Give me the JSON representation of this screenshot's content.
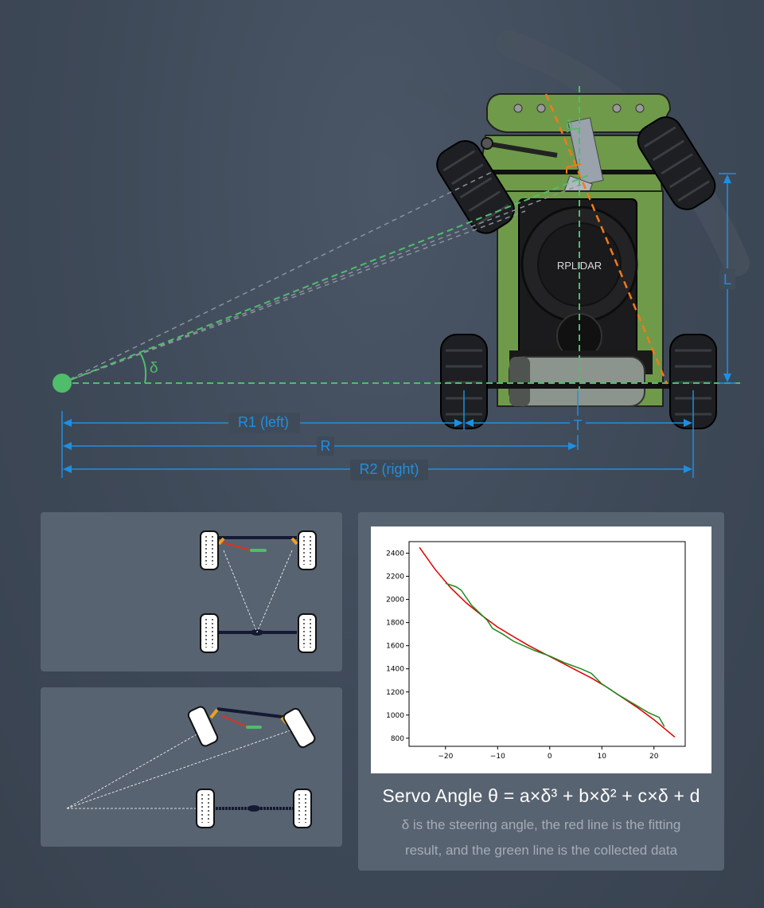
{
  "top_diagram": {
    "delta_label": "δ",
    "delta_top_label": "δ",
    "lidar_text": "RPLIDAR",
    "L_label": "L",
    "T_label": "T",
    "R1_label": "R1 (left)",
    "R_label": "R",
    "R2_label": "R2 (right)",
    "colors": {
      "green": "#4fbd6a",
      "blue": "#1e8fe0",
      "orange": "#f07a1a",
      "chassis": "#6f9a4a"
    }
  },
  "chart_data": {
    "type": "line",
    "title": "",
    "xlabel": "",
    "ylabel": "",
    "xlim": [
      -27,
      26
    ],
    "ylim": [
      730,
      2500
    ],
    "x_ticks": [
      -20,
      -10,
      0,
      10,
      20
    ],
    "y_ticks": [
      800,
      1000,
      1200,
      1400,
      1600,
      1800,
      2000,
      2200,
      2400
    ],
    "series": [
      {
        "color": "#e00000",
        "x": [
          -25,
          -22,
          -19,
          -16,
          -13,
          -10,
          -7,
          -4,
          -1,
          2,
          5,
          8,
          11,
          14,
          17,
          20,
          24
        ],
        "y": [
          2450,
          2260,
          2100,
          1970,
          1860,
          1760,
          1680,
          1600,
          1530,
          1460,
          1390,
          1320,
          1240,
          1150,
          1060,
          960,
          810
        ]
      },
      {
        "color": "#1e8a1e",
        "x": [
          -20,
          -18,
          -17,
          -15,
          -12,
          -11,
          -9,
          -7,
          -5,
          -3,
          0,
          3,
          6,
          8,
          10,
          13,
          16,
          19,
          20,
          21,
          22
        ],
        "y": [
          2140,
          2110,
          2080,
          1950,
          1820,
          1750,
          1700,
          1640,
          1600,
          1560,
          1510,
          1450,
          1400,
          1360,
          1270,
          1180,
          1100,
          1020,
          1000,
          980,
          900
        ]
      }
    ]
  },
  "formula": "Servo Angle θ = a×δ³ + b×δ² + c×δ + d",
  "caption_line1": "δ is the steering angle, the red line is the fitting",
  "caption_line2": "result, and the green line is the collected data"
}
